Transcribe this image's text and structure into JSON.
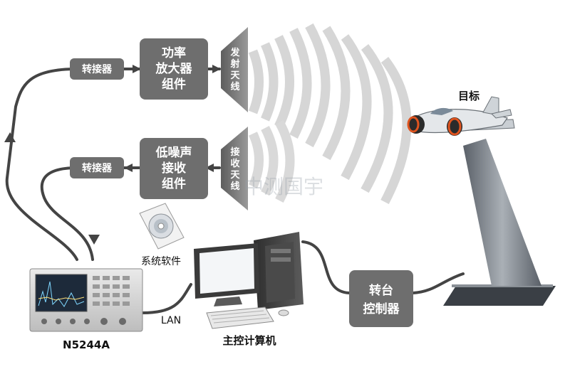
{
  "labels": {
    "adapter_top": "转接器",
    "adapter_bottom": "转接器",
    "power_amp": [
      "功率",
      "放大器",
      "组件"
    ],
    "lna": [
      "低噪声",
      "接收",
      "组件"
    ],
    "tx_antenna": [
      "发",
      "射",
      "天",
      "线"
    ],
    "rx_antenna": [
      "接",
      "收",
      "天",
      "线"
    ],
    "target": "目标",
    "software": "系统软件",
    "analyzer": "N5244A",
    "lan": "LAN",
    "host_computer": "主控计算机",
    "turntable": [
      "转台",
      "控制器"
    ],
    "watermark": "中测国宇"
  },
  "colors": {
    "box": "#6e6e6e",
    "cable": "#444444",
    "wave": "#d6d6d6",
    "antenna": "#7a7a7a",
    "accent_ring": "#e0541f"
  },
  "icons": {
    "analyzer": "network-analyzer-icon",
    "computer": "desktop-computer-icon",
    "disc": "software-disc-icon",
    "aircraft": "aircraft-target-icon"
  }
}
